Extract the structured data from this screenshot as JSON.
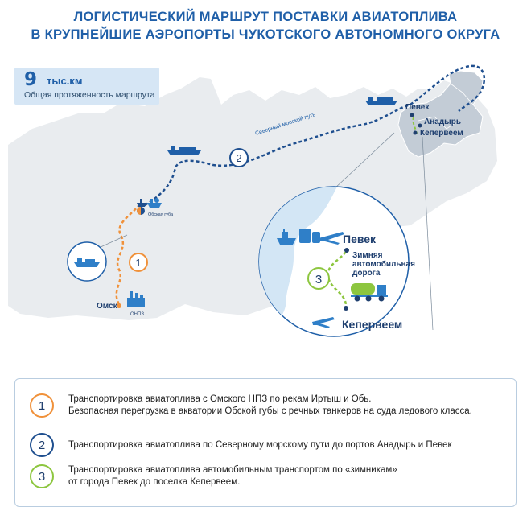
{
  "title": {
    "line1": "ЛОГИСТИЧЕСКИЙ МАРШРУТ ПОСТАВКИ АВИАТОПЛИВА",
    "line2": "В КРУПНЕЙШИЕ АЭРОПОРТЫ ЧУКОТСКОГО АВТОНОМНОГО ОКРУГА"
  },
  "stat": {
    "value": "9",
    "unit": "тыс.км",
    "caption": "Общая протяженность маршрута"
  },
  "map": {
    "cities": {
      "omsk": "Омск",
      "pevek": "Певек",
      "anadyr": "Анадырь",
      "keperveem": "Кепервеем"
    },
    "labels": {
      "ob_bay": "Обская губа",
      "npz": "ОНПЗ",
      "nsr": "Северный морской путь"
    },
    "route_numbers": [
      "1",
      "2",
      "3"
    ],
    "colors": {
      "sea": "#d3e6f5",
      "land": "#e9ecef",
      "chukotka": "#c3ccd6",
      "route1": "#f0913a",
      "route2": "#1f4f8f",
      "route3": "#8dc63f",
      "brand": "#1f5fa8"
    }
  },
  "zoom": {
    "pevek": "Певек",
    "keperveem": "Кепервеем",
    "road": [
      "Зимняя",
      "автомобильная",
      "дорога"
    ],
    "number": "3"
  },
  "legend": {
    "items": [
      {
        "num": "1",
        "color": "#f0913a",
        "lines": [
          "Транспортировка авиатоплива с Омского НПЗ по рекам Иртыш и Обь.",
          "Безопасная перегрузка в акватории Обской губы с речных танкеров на суда ледового класса."
        ]
      },
      {
        "num": "2",
        "color": "#1f4f8f",
        "lines": [
          "Транспортировка авиатоплива по Северному морскому пути до портов Анадырь и Певек"
        ]
      },
      {
        "num": "3",
        "color": "#8dc63f",
        "lines": [
          "Транспортировка авиатоплива автомобильным транспортом по «зимникам»",
          "от города Певек до поселка Кепервеем."
        ]
      }
    ]
  }
}
